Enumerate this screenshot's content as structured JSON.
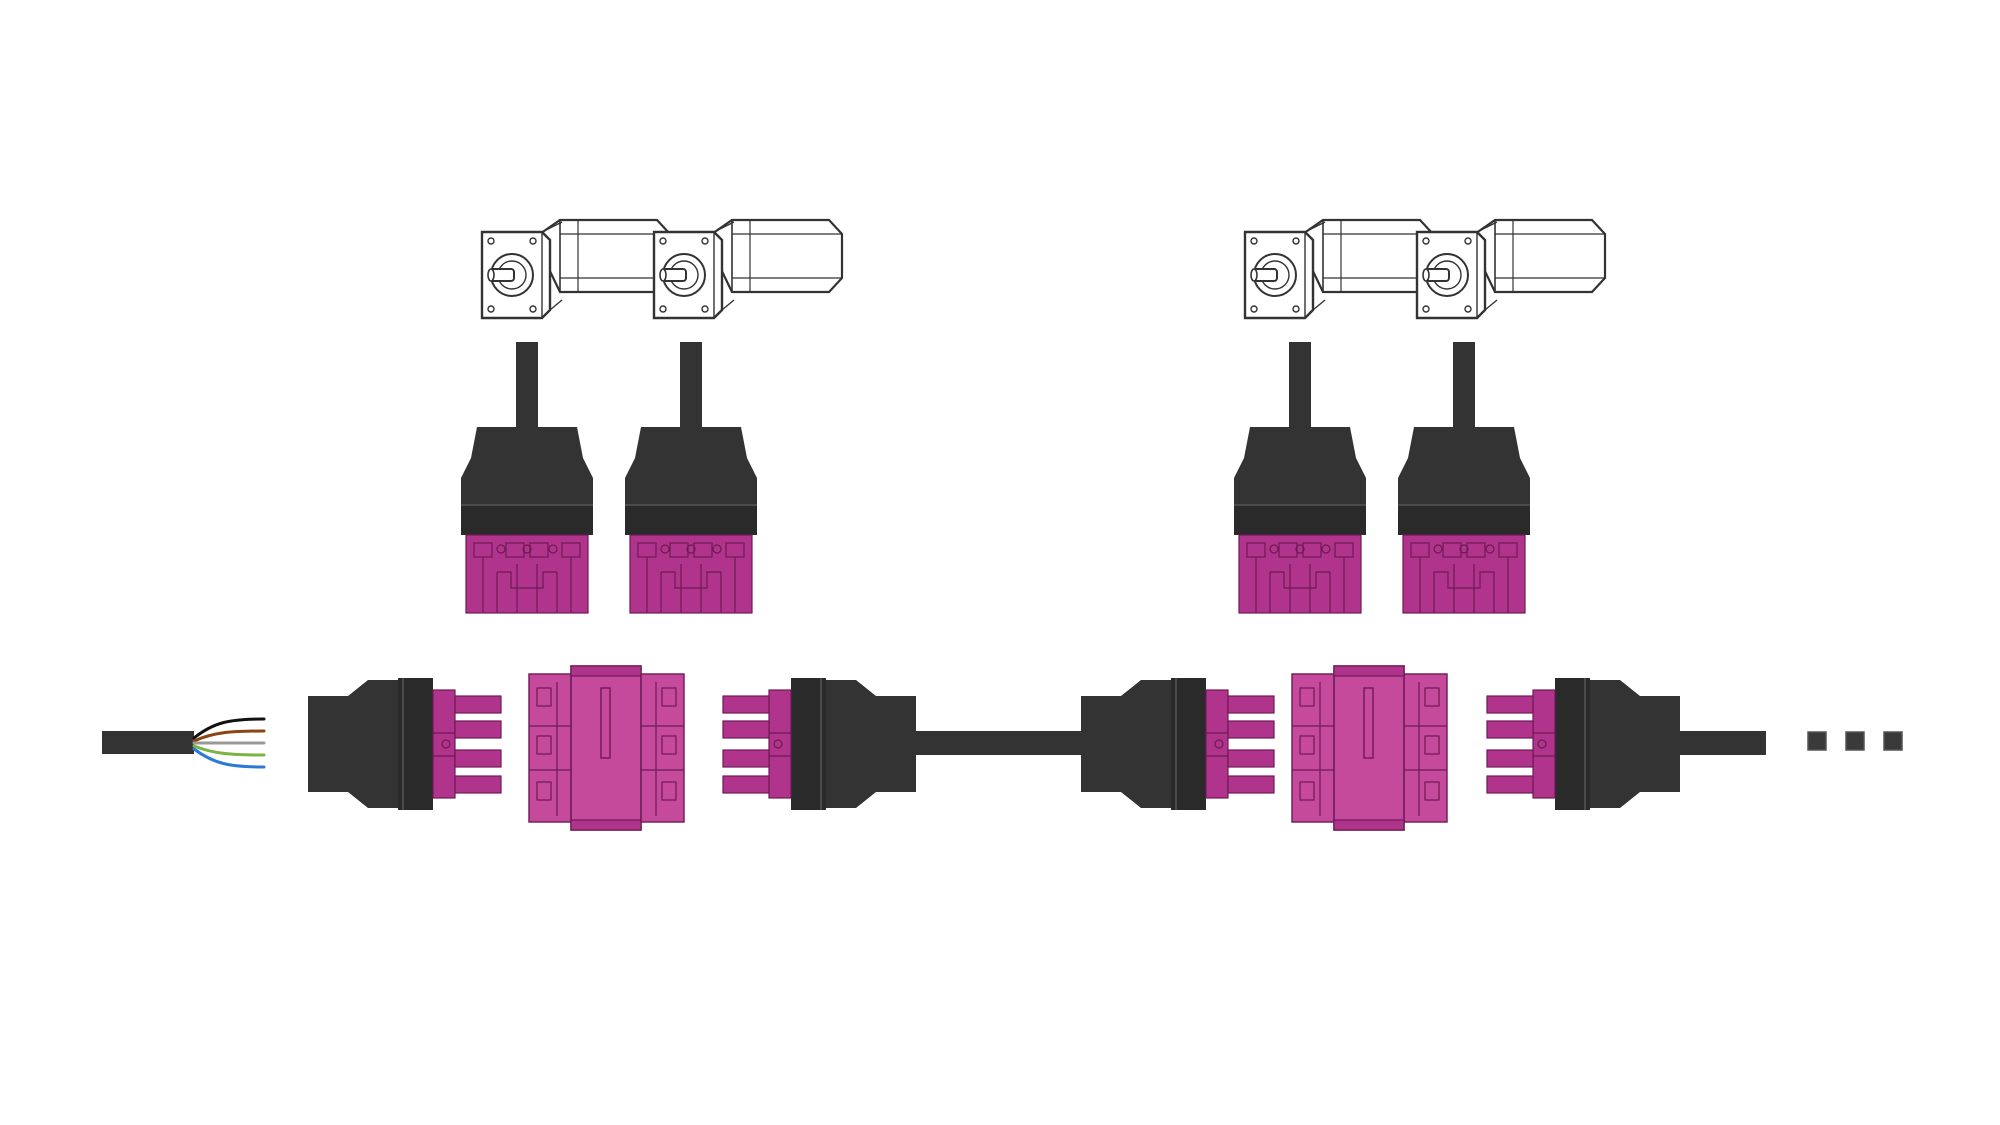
{
  "diagram": {
    "motors": [
      {
        "id": "motor-1",
        "icon": "servo-motor-icon"
      },
      {
        "id": "motor-2",
        "icon": "servo-motor-icon"
      },
      {
        "id": "motor-3",
        "icon": "servo-motor-icon"
      },
      {
        "id": "motor-4",
        "icon": "servo-motor-icon"
      }
    ],
    "drop_connectors": [
      {
        "id": "drop-plug-1",
        "icon": "plug-connector-icon"
      },
      {
        "id": "drop-plug-2",
        "icon": "plug-connector-icon"
      },
      {
        "id": "drop-plug-3",
        "icon": "plug-connector-icon"
      },
      {
        "id": "drop-plug-4",
        "icon": "plug-connector-icon"
      }
    ],
    "bus": {
      "cable_end": {
        "icon": "stripped-cable-icon",
        "wire_colors": [
          "#111111",
          "#8b4513",
          "#9a9a9a",
          "#7cb342",
          "#2b7bd6"
        ]
      },
      "segments": [
        {
          "id": "segment-1",
          "parts": [
            "male-plug-right",
            "t-distributor",
            "male-plug-left"
          ]
        },
        {
          "id": "segment-2",
          "parts": [
            "male-plug-right",
            "t-distributor",
            "male-plug-left"
          ]
        }
      ],
      "continuation_icon": "ellipsis-squares-icon"
    },
    "colors": {
      "connector_body": "#333333",
      "connector_band": "#2a2a2a",
      "contact_insert": "#b0348c",
      "contact_insert_light": "#c64a9c",
      "motor_outline": "#333333",
      "motor_fill": "#ffffff"
    }
  }
}
